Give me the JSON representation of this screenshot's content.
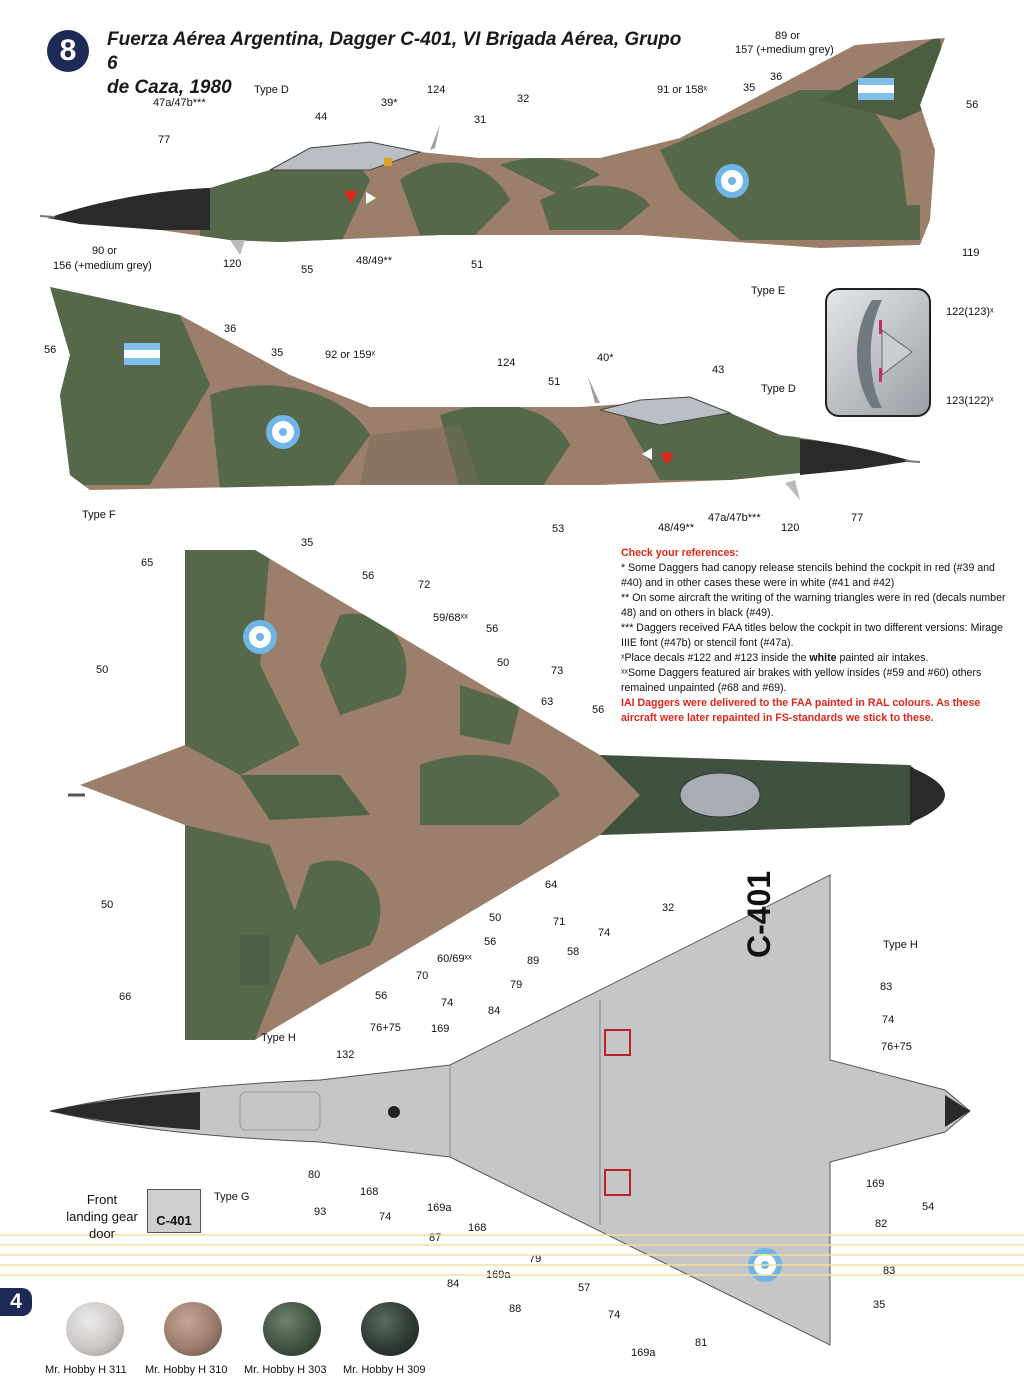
{
  "profile_number": "8",
  "title_line1": "Fuerza Aérea Argentina,  Dagger C-401, VI Brigada Aérea, Grupo 6",
  "title_line2": "de Caza, 1980",
  "serial": "C-401",
  "side1_labels": {
    "l89": "89 or",
    "l157": "157 (+medium grey)",
    "l36": "36",
    "l56": "56",
    "l91": "91 or 158ˣ",
    "l35": "35",
    "l124": "124",
    "l32": "32",
    "l31": "31",
    "l39": "39*",
    "typeD": "Type D",
    "l47": "47a/47b***",
    "l44": "44",
    "l77": "77",
    "l119": "119",
    "typeE": "Type E",
    "l51": "51",
    "l4849": "48/49**",
    "l55": "55",
    "l120": "120",
    "l90": "90 or",
    "l156": "156 (+medium grey)"
  },
  "side2_labels": {
    "l56": "56",
    "l36": "36",
    "l35": "35",
    "l92": "92 or 159ˣ",
    "l124": "124",
    "l51": "51",
    "l40": "40*",
    "l43": "43",
    "typeD": "Type D",
    "typeF": "Type F",
    "l53": "53",
    "l4849": "48/49**",
    "l47": "47a/47b***",
    "l120": "120",
    "l77": "77",
    "l122": "122(123)ˣ",
    "l123": "123(122)ˣ"
  },
  "notes": {
    "heading": "Check your references:",
    "n1": "* Some Daggers had canopy release stencils behind the cockpit in red (#39 and #40) and in other cases these were in white (#41 and #42)",
    "n2": "** On some aircraft the writing of the warning triangles were in red (decals number 48) and on others in black (#49).",
    "n3": "*** Daggers received FAA titles below the cockpit in two different versions: Mirage IIIE font (#47b) or stencil font (#47a).",
    "n4a": "ˣPlace decals #122 and #123 inside the ",
    "n4b": "white",
    "n4c": " painted air intakes.",
    "n5": "ˣˣSome Daggers featured air brakes with yellow insides (#59 and #60) others remained unpainted (#68 and #69).",
    "n6": "IAI Daggers were delivered to the FAA painted in RAL colours. As these aircraft were later repainted in FS-standards we stick to these."
  },
  "top_labels": {
    "l35": "35",
    "l65": "65",
    "l56a": "56",
    "l72": "72",
    "l5968": "59/68ˣˣ",
    "l56b": "56",
    "l50a": "50",
    "l50b": "50",
    "l73": "73",
    "l63": "63",
    "l56c": "56",
    "l64": "64",
    "l50c": "50",
    "l50d": "50",
    "l71": "71",
    "l56d": "56",
    "l6069": "60/69ˣˣ",
    "l70": "70",
    "l56e": "56",
    "l66": "66",
    "typeH": "Type H"
  },
  "bottom_labels": {
    "l32": "32",
    "typeH": "Type H",
    "l74a": "74",
    "l58": "58",
    "l89": "89",
    "l79a": "79",
    "l84a": "84",
    "l74b": "74",
    "l83a": "83",
    "l74c": "74",
    "l7675a": "76+75",
    "l7675b": "76+75",
    "l169a": "169",
    "l132": "132",
    "l80": "80",
    "l93": "93",
    "l168a": "168",
    "l74d": "74",
    "l169b": "169a",
    "l168b": "168",
    "l87": "87",
    "l169c": "169",
    "l54": "54",
    "l82": "82",
    "l83b": "83",
    "l84b": "84",
    "l169d": "169a",
    "l79b": "79",
    "l88": "88",
    "l57": "57",
    "l74e": "74",
    "l169e": "169a",
    "l81": "81",
    "l35": "35"
  },
  "gear_door": {
    "label": "Front landing gear door",
    "type": "Type G",
    "serial": "C-401"
  },
  "page_number": "4",
  "paints": [
    {
      "name": "Mr. Hobby H 311",
      "color": "#cbc8c6"
    },
    {
      "name": "Mr. Hobby H 310",
      "color": "#9c7d6e"
    },
    {
      "name": "Mr. Hobby H 303",
      "color": "#3f5240"
    },
    {
      "name": "Mr. Hobby H 309",
      "color": "#2e3b34"
    }
  ],
  "colors": {
    "tan": "#9b7f6a",
    "green": "#55694a",
    "dark_green": "#3f5240",
    "grey": "#c5c6c8",
    "navy": "#1c2a55",
    "red": "#e0261b"
  }
}
